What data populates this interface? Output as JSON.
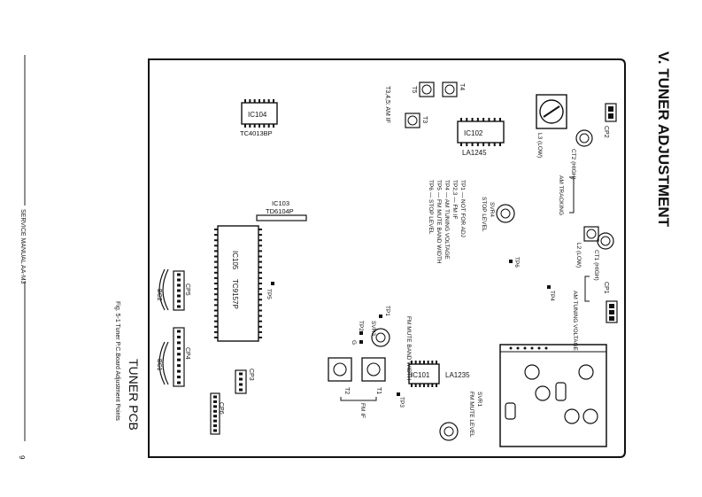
{
  "heading": "V. TUNER ADJUSTMENT",
  "footer": {
    "manual": "SERVICE MANUAL AA-M3",
    "page_number": "9"
  },
  "board_title": "TUNER PCB",
  "figure_caption": "Fig. 5-1 Tuner P.C.Board Adjustment Points",
  "connectors": [
    "CP1",
    "CP2",
    "CP3",
    "CP4",
    "CP5",
    "CP6"
  ],
  "bc_labels": [
    "BC1",
    "BC2"
  ],
  "ics": [
    {
      "ref": "IC101",
      "part": "LA1235"
    },
    {
      "ref": "IC102",
      "part": "LA1245"
    },
    {
      "ref": "IC103",
      "part": "TD6104P"
    },
    {
      "ref": "IC104",
      "part": "TC4013BP"
    },
    {
      "ref": "IC105",
      "part": "TC9157P"
    }
  ],
  "coils": {
    "l3": "L3 (LOW)",
    "l2": "L2 (LOW)",
    "ct2": "CT2 (HIGH)",
    "ct1": "CT1 (HIGH)",
    "t3": "T3",
    "t4": "T4",
    "t5": "T5",
    "t1": "T1",
    "t2": "T2"
  },
  "groups": {
    "am_if": "T3,4,5: AM IF",
    "fm_if": "FM IF",
    "am_tracking": "AM TRACKING",
    "am_tuning_voltage": "AM TUNING VOLTAGE"
  },
  "controls": {
    "svr4": "SVR4",
    "svr4_name": "STOP LEVEL",
    "svr3": "SVR3",
    "svr3_name": "FM MUTE BAND WIDTH",
    "svr1": "SVR1",
    "svr1_name": "FM MUTE LEVEL"
  },
  "test_points": [
    "TP1",
    "TP2",
    "TP3",
    "TP4",
    "TP5",
    "TP6"
  ],
  "ground": "G",
  "legend": [
    "TP1 — NOT FOR ADJ",
    "TP2,3 — FM IF",
    "TP4 — AM TUNING VOLTAGE",
    "TP5 — FM MUTE BAND WIDTH",
    "TP6 — STOP LEVEL"
  ]
}
